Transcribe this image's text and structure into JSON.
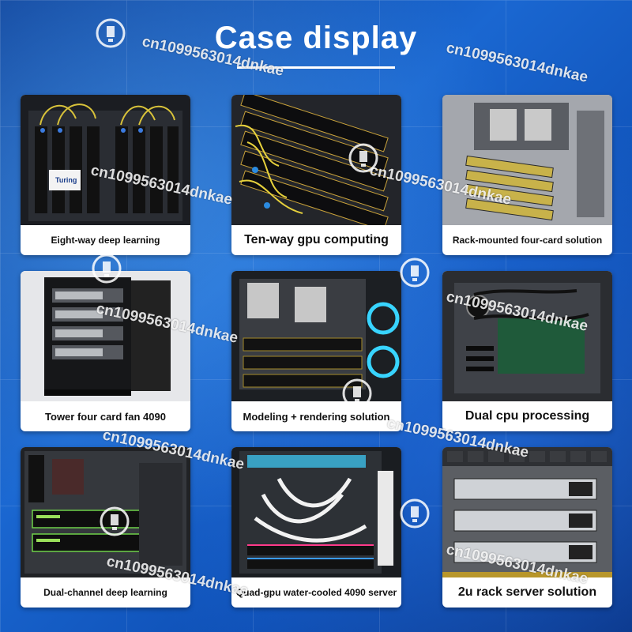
{
  "header": {
    "title": "Case display"
  },
  "watermark": {
    "text": "cn1099563014dnkae"
  },
  "cases": [
    {
      "caption": "Eight-way deep learning",
      "size": "sm",
      "scene": "gpu-rack-open",
      "label": "Turing"
    },
    {
      "caption": "Ten-way gpu computing",
      "size": "lg",
      "scene": "gpu-array"
    },
    {
      "caption": "Rack-mounted four-card solution",
      "size": "sm",
      "scene": "rack-mount"
    },
    {
      "caption": "Tower four card fan 4090",
      "size": "md",
      "scene": "tower"
    },
    {
      "caption": "Modeling + rendering solution",
      "size": "md",
      "scene": "workstation"
    },
    {
      "caption": "Dual cpu processing",
      "size": "lg",
      "scene": "dual-cpu"
    },
    {
      "caption": "Dual-channel deep learning",
      "size": "sm",
      "scene": "dual-channel"
    },
    {
      "caption": "Quad-gpu water-cooled 4090 server",
      "size": "sm",
      "scene": "water-cooled"
    },
    {
      "caption": "2u rack server solution",
      "size": "lg",
      "scene": "2u-rack"
    }
  ],
  "colors": {
    "accent": "#1a67d1",
    "card": "#ffffff",
    "caption_text": "#111111"
  }
}
